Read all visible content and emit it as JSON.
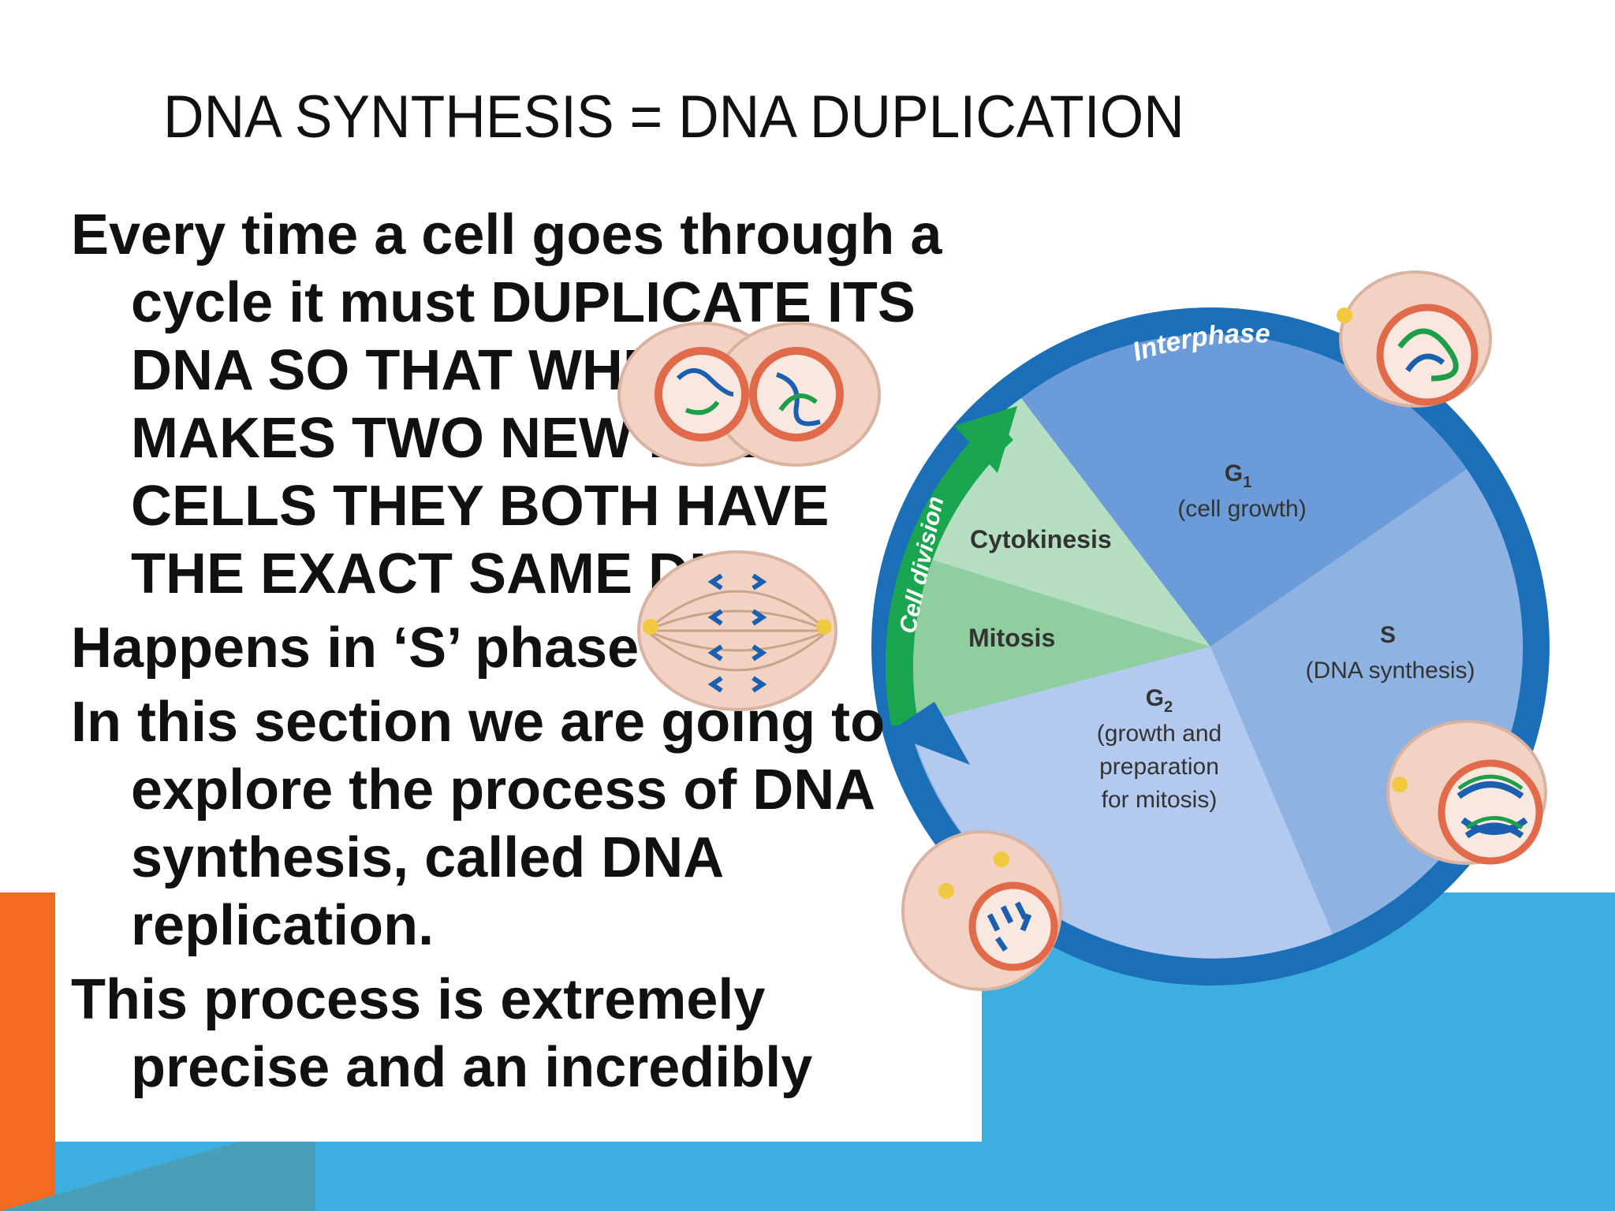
{
  "slide": {
    "title": "DNA SYNTHESIS = DNA DUPLICATION",
    "bullets": [
      {
        "text": "Every time a cell goes through a cycle it must DUPLICATE ITS DNA SO THAT WHEN IT MAKES TWO NEW BABY CELLS THEY BOTH HAVE THE EXACT SAME DNA."
      },
      {
        "text": "Happens in ‘S’ phase"
      },
      {
        "text": "In this section we are going to explore the process of DNA synthesis, called DNA replication."
      },
      {
        "text": "This process is extremely precise and an incredibly"
      }
    ]
  },
  "diagram": {
    "interphase_label": "Interphase",
    "cell_division_label": "Cell division",
    "g1": {
      "name": "G",
      "sub": "1",
      "desc": "(cell growth)"
    },
    "s": {
      "name": "S",
      "desc": "(DNA synthesis)"
    },
    "g2": {
      "name": "G",
      "sub": "2",
      "desc_lines": [
        "(growth and",
        "preparation",
        "for mitosis)"
      ]
    },
    "cytokinesis_label": "Cytokinesis",
    "mitosis_label": "Mitosis"
  },
  "colors": {
    "blue_background": "#3daee0",
    "orange_accent": "#f36b21",
    "ring_blue": "#1a6fb8",
    "g1_blue": "#6b9bd8",
    "s_blue": "#8eb2e2",
    "g2_blue": "#b3c9ee",
    "cell_division_green": "#1aa650",
    "cytokinesis_green": "#b5dfc0",
    "mitosis_green": "#8fcf9f"
  }
}
